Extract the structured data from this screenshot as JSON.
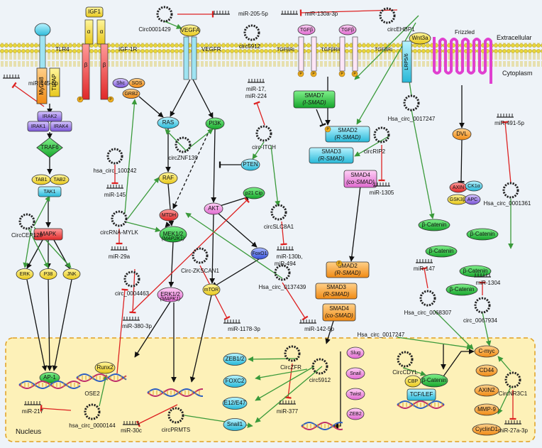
{
  "compartments": {
    "extracellular": "Extracellular",
    "cytoplasm": "Cytoplasm",
    "nucleus": "Nucleus"
  },
  "receptors": {
    "tlr4": "TLR4",
    "igf1": "IGF1",
    "alpha": "α",
    "beta": "β",
    "igf1r": "IGF-1R",
    "vegfa": "VEGFA",
    "vegfr": "VEGFR",
    "tgfb": "TGFβ",
    "tgfbri": "TGFβRI",
    "tgfbrii": "TGFβRII",
    "wnt3a": "Wnt3a",
    "frizzled": "Frizzled",
    "lrp": "LRP5/6",
    "p": "P"
  },
  "proteins": {
    "myd88": "MyD88",
    "tirap": "TIRAP",
    "irak2": "IRAK2",
    "irak1": "IRAK1",
    "irak4": "IRAK4",
    "traf6": "TRAF6",
    "tab1": "TAB1",
    "tab2": "TAB2",
    "tak1": "TAK1",
    "mapk": "MAPK",
    "erk": "ERK",
    "p38": "P38",
    "jnk": "JNK",
    "ap1": "AP-1",
    "shc": "Shc",
    "sos": "SOS",
    "grb2": "GRB2",
    "ras": "RAS",
    "raf": "RAF",
    "pi3k": "PI3K",
    "mtdh": "MTDH",
    "akt": "AKT",
    "mek1": "MEK1/2",
    "mek2": "(MAP2K1)",
    "erk1": "ERK1/2",
    "erk2": "(MAPK1)",
    "pten": "PTEN",
    "p21": "p21 Cip",
    "foxo1": "FoxO1",
    "mtor": "mTOR",
    "runx2": "Runx2",
    "ose2": "OSE2",
    "smad7a": "SMAD7",
    "smad7b": "(I-SMAD)",
    "smad2a": "SMAD2",
    "smad3a": "SMAD3",
    "rsmad": "(R-SMAD)",
    "smad4a": "SMAD4",
    "cosmad": "(co-SMAD)",
    "dvl": "DVL",
    "axin": "AXIN",
    "ck1": "CK1α",
    "gsk": "GSK3β",
    "apc": "APC",
    "bcat": "β-Catenin",
    "zeb12": "ZEB1/2",
    "foxc2": "FOXC2",
    "e12": "E12/E47",
    "snail1": "Snail1",
    "slug": "Slug",
    "snail": "Snail",
    "twist": "Twist",
    "zeb2": "ZEB2",
    "cbp": "CBP",
    "tcf": "TCF/LEF",
    "cmyc": "C-myc",
    "cd44": "CD44",
    "axin2": "AXIN2",
    "mmp9": "MMP-9",
    "cyclind1": "CyclinD1"
  },
  "circs": {
    "c0001429": "Circ0001429",
    "c5912": "circ5912",
    "cEHBP1": "circEHBP1",
    "c100242": "hsa_circ_100242",
    "cZNF139": "circZNF139",
    "cITCH": "circ-ITCH",
    "cRIP2": "circRIP2",
    "c0017247a": "Hsa_circ_0017247",
    "cMYLK": "circRNA-MYLK",
    "cCEP128": "CircCEP128",
    "cSLC8A1": "circSLC8A1",
    "c0001361": "Hsa_circ_0001361",
    "c0004463": "circ_0004463",
    "cZKSCAN1": "Circ-ZKSCAN1",
    "c0137439": "Hsa_circ_0137439",
    "c0068307": "Hsa_circ_0068307",
    "c0067934": "circ_0067934",
    "c0017247b": "Hsa_circ_0017247",
    "cCDYL": "CircCDYL",
    "cZFR": "CircZFR",
    "c5912b": "circ5912",
    "c0000144": "hsa_circ_0000144",
    "cPRMTS": "circPRMTS",
    "cNR3C1": "CircNR3C1"
  },
  "mirnas": {
    "m205": "miR-205-5p",
    "m130": "miR-130a-3p",
    "m145_5p": "miR-145-5p",
    "m17a": "miR-17,",
    "m17b": "miR-224",
    "m145": "miR-145",
    "m1305": "miR-1305",
    "m491": "miR-491-5p",
    "m29a": "miR-29a",
    "m130b": "miR-130b,",
    "m494": "miR-494",
    "m147": "miR-147",
    "m1304": "miR-1304",
    "m380": "miR-380-3p",
    "m1178": "miR-1178-3p",
    "m142": "miR-142-5p",
    "m217": "miR-217",
    "m377": "miR-377",
    "m30c": "miR-30c",
    "m27a": "miR-27a-3p"
  }
}
